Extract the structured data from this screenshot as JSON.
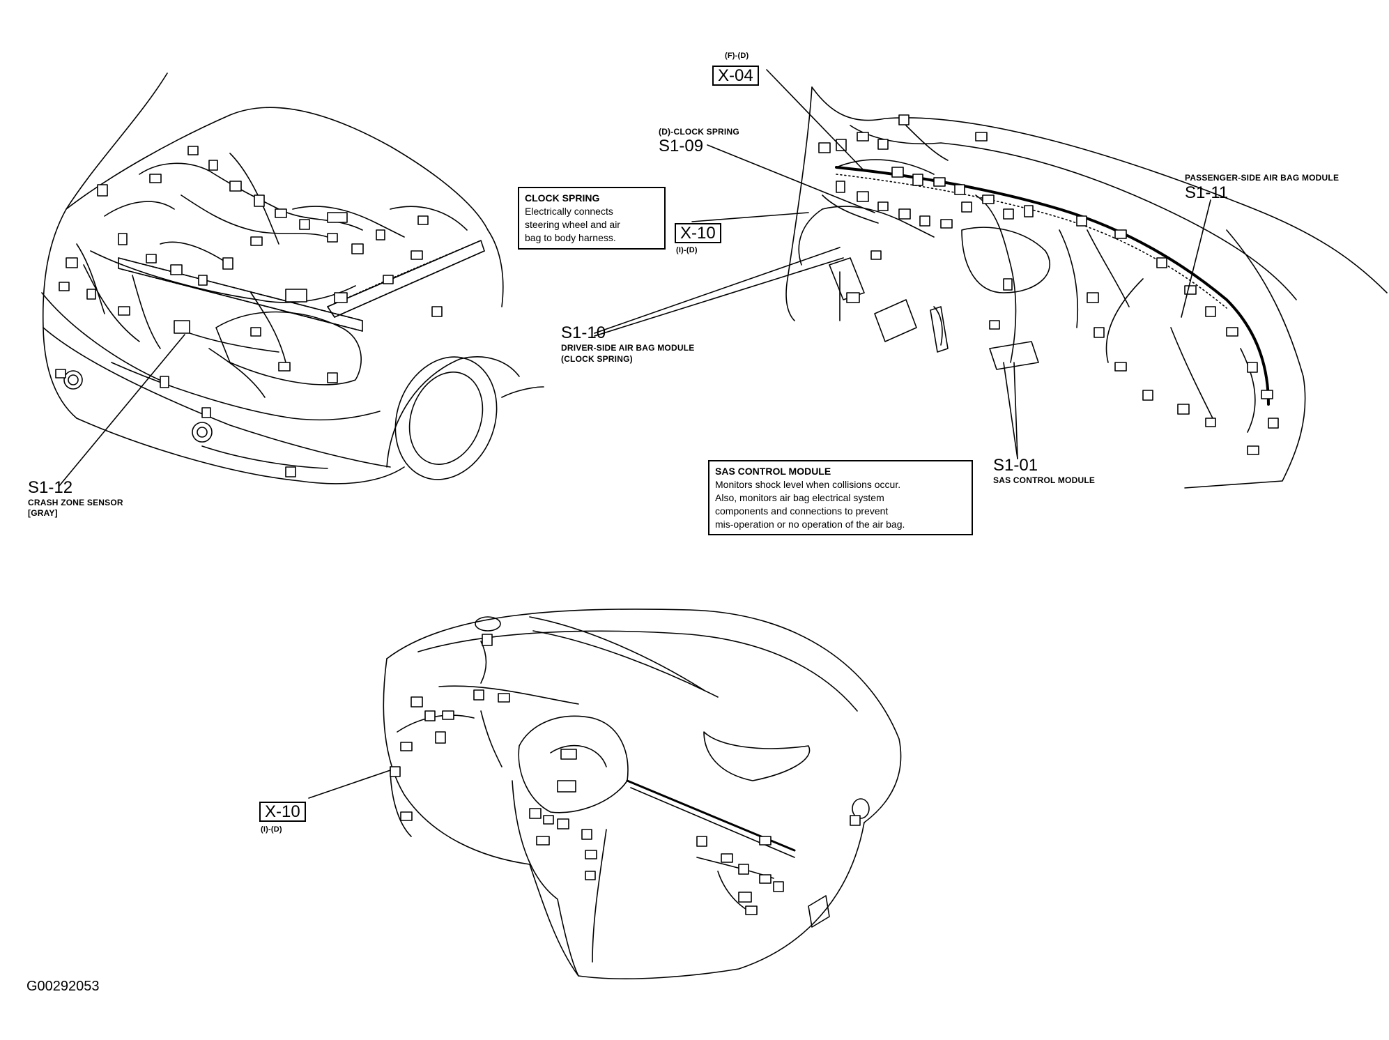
{
  "callouts": {
    "s1_12": {
      "code": "S1-12",
      "name": "CRASH ZONE SENSOR",
      "note": "[GRAY]"
    },
    "x04": {
      "code": "X-04",
      "sub": "(F)-(D)"
    },
    "s1_09": {
      "code": "S1-09",
      "name": "(D)-CLOCK SPRING"
    },
    "x10_top": {
      "code": "X-10",
      "sub": "(I)-(D)"
    },
    "s1_10": {
      "code": "S1-10",
      "name": "DRIVER-SIDE AIR BAG MODULE",
      "note": "(CLOCK SPRING)"
    },
    "s1_11": {
      "code": "S1-11",
      "name": "PASSENGER-SIDE AIR BAG MODULE"
    },
    "s1_01": {
      "code": "S1-01",
      "name": "SAS CONTROL MODULE"
    },
    "x10_bottom": {
      "code": "X-10",
      "sub": "(I)-(D)"
    }
  },
  "notes": {
    "clock_spring": {
      "title": "CLOCK SPRING",
      "body": "Electrically connects\nsteering wheel and air\nbag to body harness."
    },
    "sas_module": {
      "title": "SAS CONTROL MODULE",
      "body": "Monitors shock level when collisions occur.\nAlso, monitors air bag electrical system\ncomponents and connections to prevent\nmis-operation or no operation of the air bag."
    }
  },
  "figure_id": "G00292053",
  "colors": {
    "ink": "#000000",
    "paper": "#ffffff"
  }
}
